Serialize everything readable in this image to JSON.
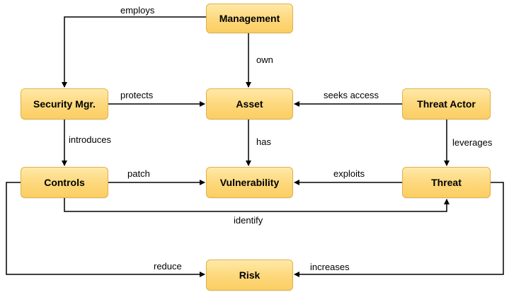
{
  "nodes": {
    "management": "Management",
    "security_mgr": "Security Mgr.",
    "asset": "Asset",
    "threat_actor": "Threat Actor",
    "controls": "Controls",
    "vulnerability": "Vulnerability",
    "threat": "Threat",
    "risk": "Risk"
  },
  "edges": {
    "employs": "employs",
    "own": "own",
    "protects": "protects",
    "seeks_access": "seeks access",
    "introduces": "introduces",
    "has": "has",
    "leverages": "leverages",
    "patch": "patch",
    "exploits": "exploits",
    "identify": "identify",
    "reduce": "reduce",
    "increases": "increases"
  },
  "colors": {
    "node_fill": "#fdd77a",
    "node_border": "#e0b24a",
    "line": "#000000"
  }
}
